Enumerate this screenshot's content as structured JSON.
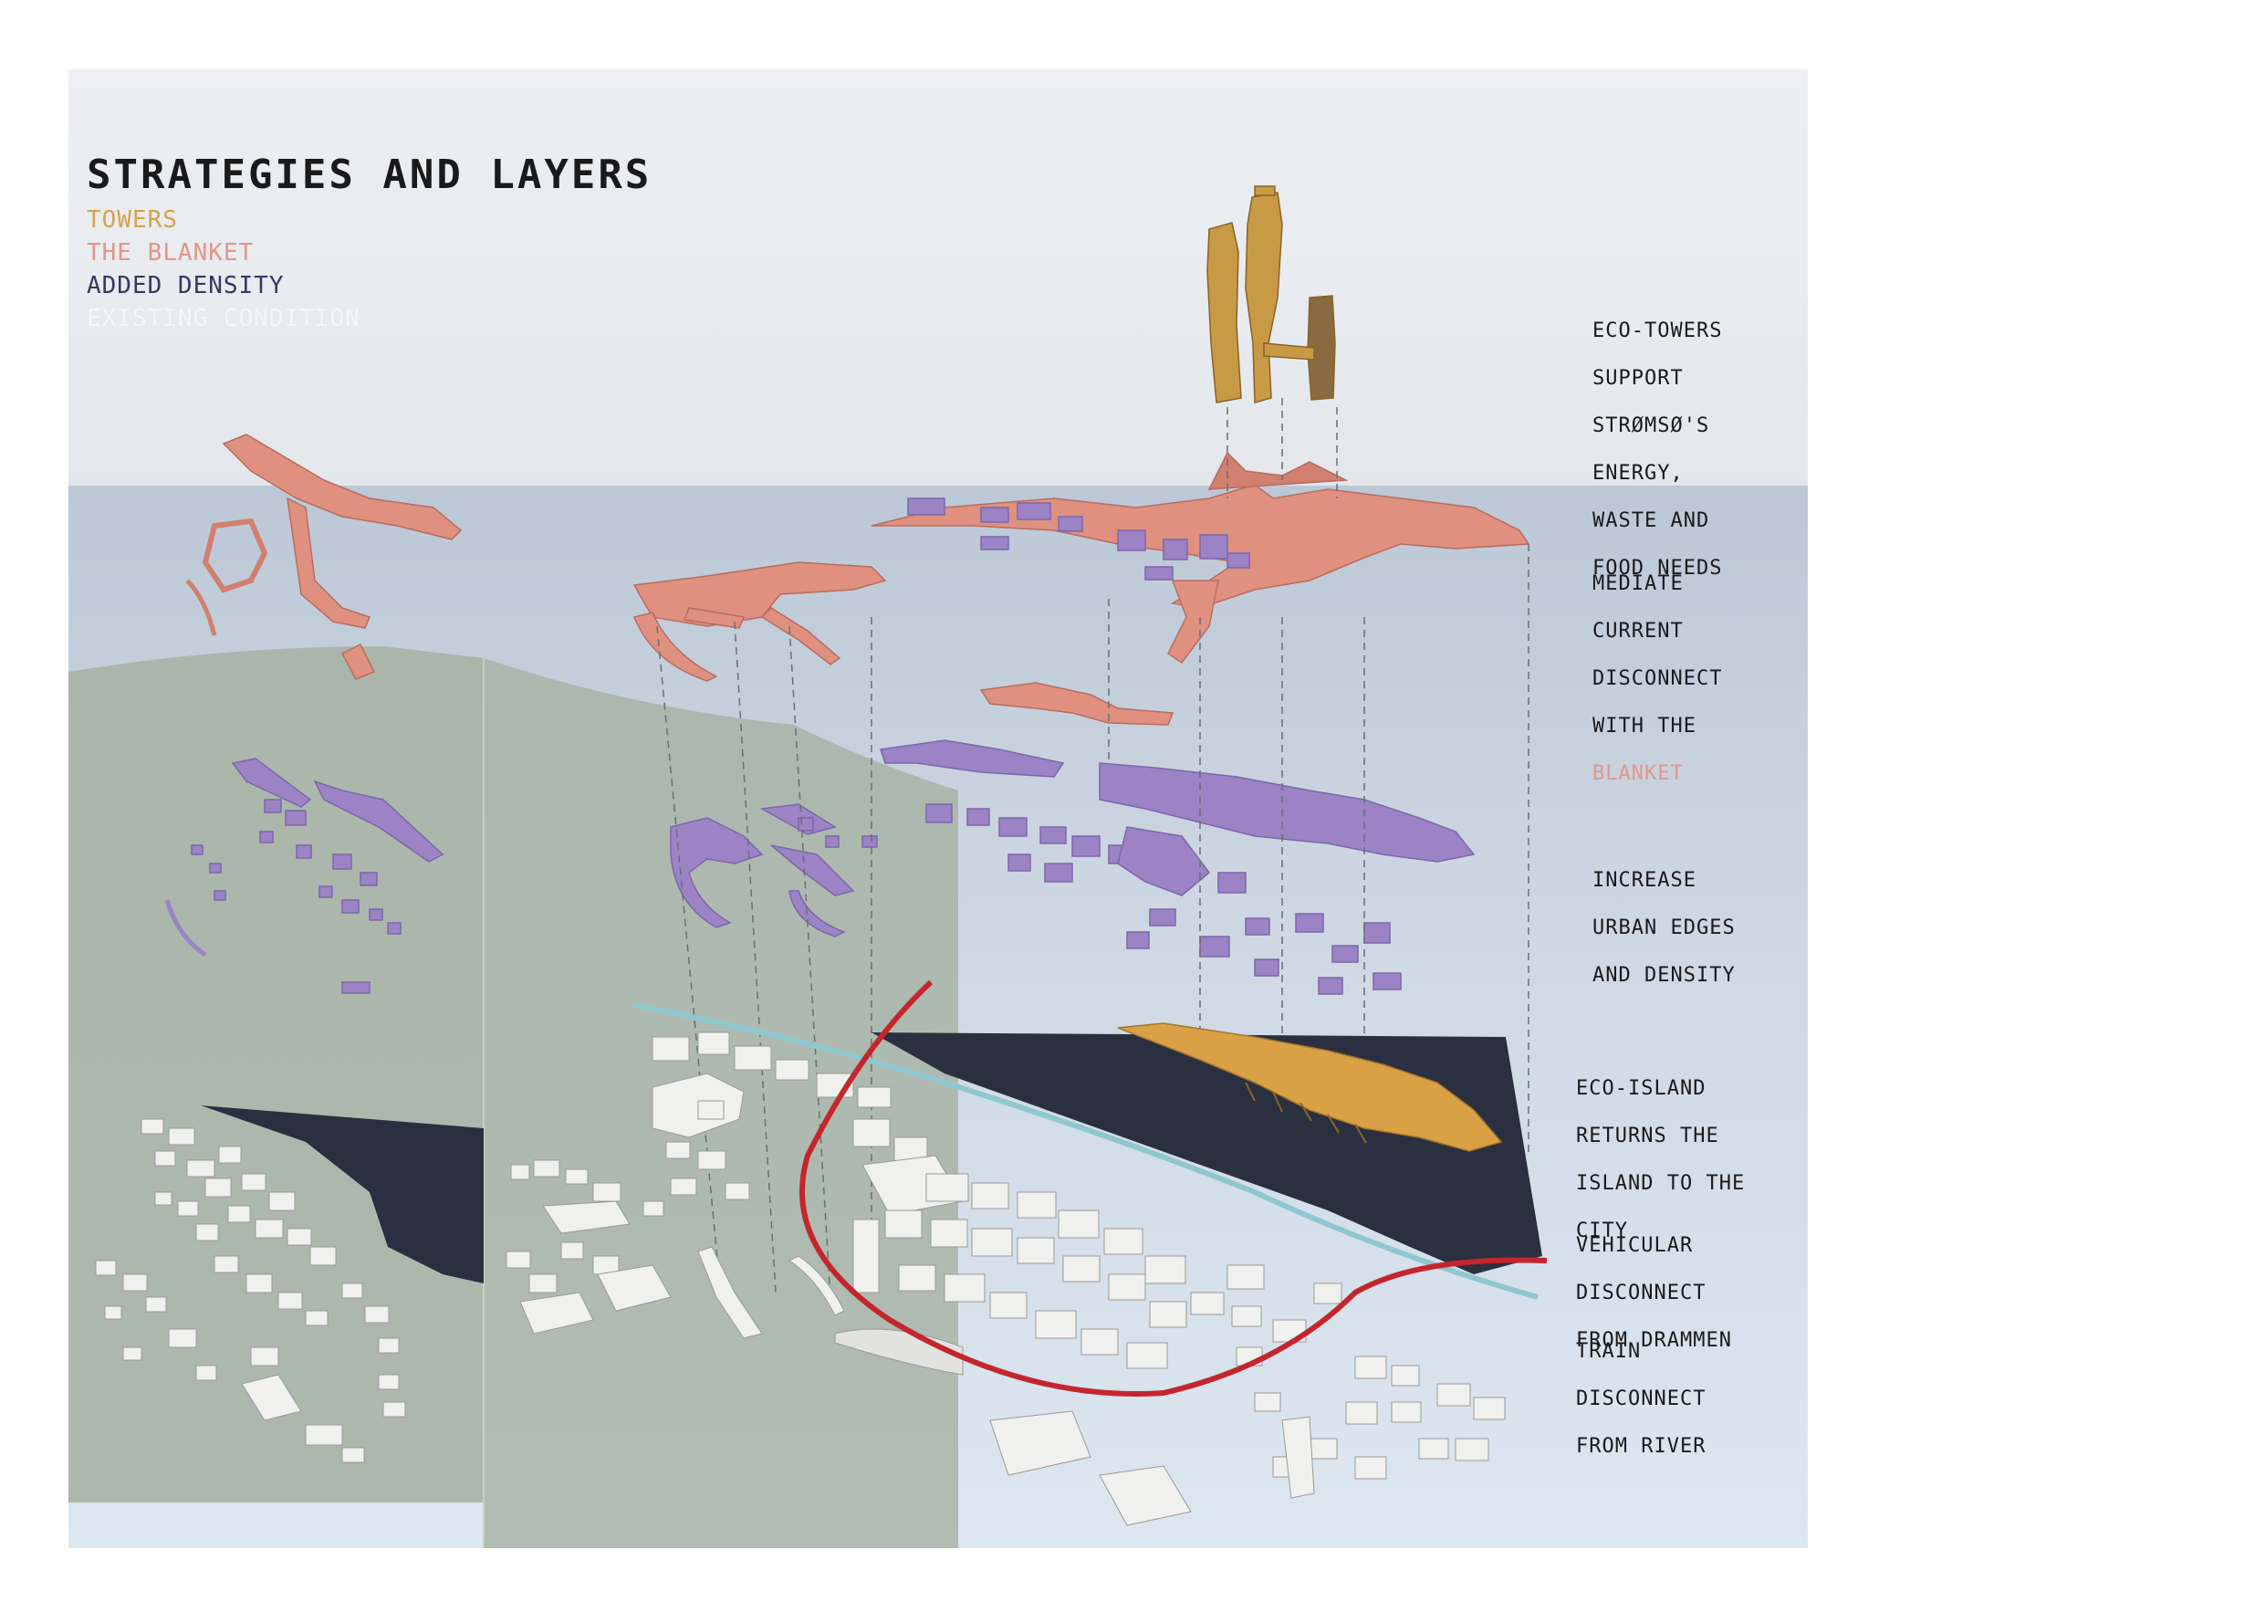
{
  "title": "STRATEGIES AND LAYERS",
  "legend": [
    {
      "label": "TOWERS",
      "color": "#d6a24e"
    },
    {
      "label": "THE BLANKET",
      "color": "#e3968a"
    },
    {
      "label": "ADDED DENSITY",
      "color": "#3c3560"
    },
    {
      "label": "EXISTING CONDITION",
      "color": "#f4f4f4"
    }
  ],
  "notes": {
    "towers": [
      "ECO-TOWERS",
      "SUPPORT",
      "STRØMSØ'S",
      "ENERGY,",
      "WASTE AND",
      "FOOD NEEDS"
    ],
    "blanket": [
      "MEDIATE",
      "CURRENT",
      "DISCONNECT",
      "WITH THE"
    ],
    "blanket_highlight": "BLANKET",
    "density": [
      "INCREASE",
      "URBAN EDGES",
      "AND DENSITY"
    ],
    "island": [
      "ECO-ISLAND",
      "RETURNS THE",
      "ISLAND TO THE",
      "CITY"
    ],
    "vehicular": [
      "VEHICULAR",
      "DISCONNECT",
      "FROM DRAMMEN"
    ],
    "train": [
      "TRAIN",
      "DISCONNECT",
      "FROM RIVER"
    ]
  },
  "colors": {
    "towers": "#c99a45",
    "blanket": "#e0907f",
    "density": "#9b83c6",
    "water": "#2b3040",
    "road": "#c4262e",
    "rail": "#8fc7cf",
    "buildings": "#f0f0ee"
  }
}
